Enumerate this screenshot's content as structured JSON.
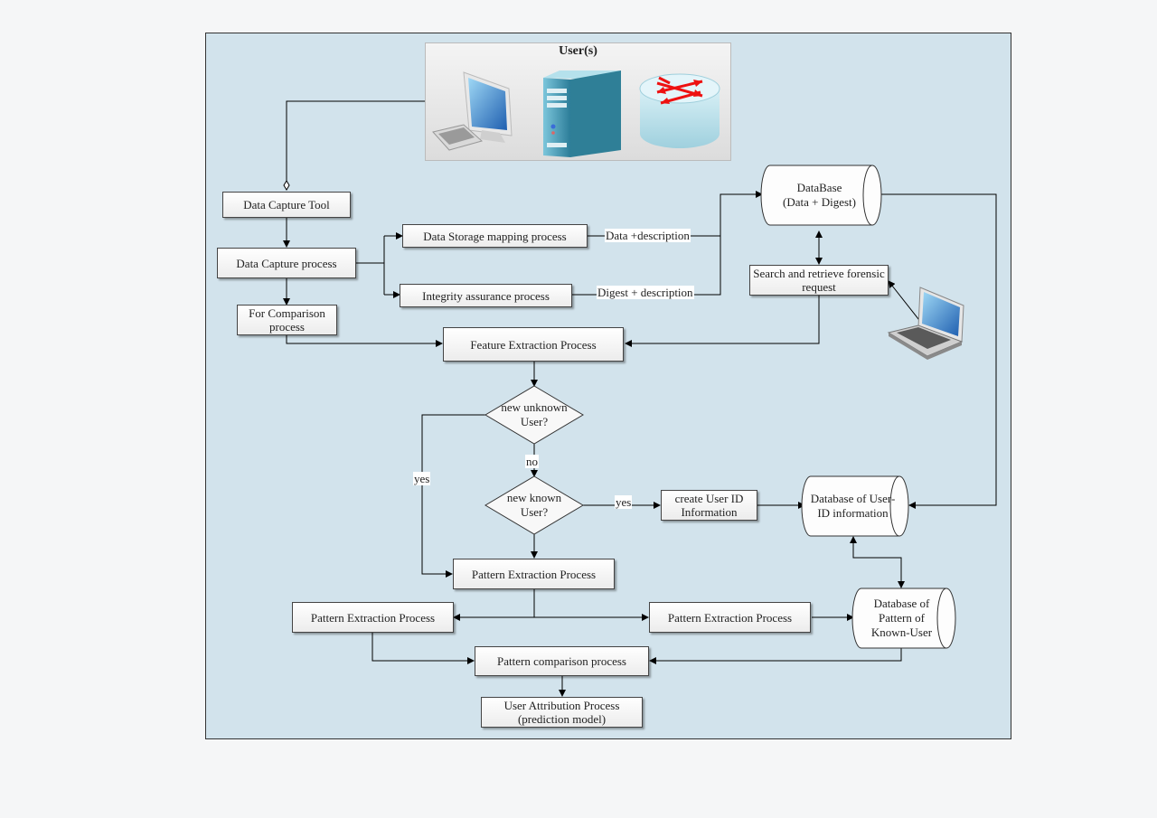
{
  "users": {
    "title": "User(s)",
    "icons": [
      "desktop-computer-icon",
      "server-tower-icon",
      "router-icon"
    ]
  },
  "boxes": {
    "data_capture_tool": "Data Capture Tool",
    "data_capture_process": "Data Capture process",
    "data_storage_mapping": "Data Storage mapping process",
    "integrity_assurance": "Integrity assurance process",
    "for_comparison": "For Comparison process",
    "feature_extraction": "Feature Extraction Process",
    "search_retrieve": "Search and retrieve forensic request",
    "create_user_id": "create User ID Information",
    "pattern_extraction_main": "Pattern Extraction Process",
    "pattern_extraction_left": "Pattern Extraction Process",
    "pattern_extraction_right": "Pattern Extraction Process",
    "pattern_comparison": "Pattern comparison process",
    "user_attribution_line1": "User Attribution Process",
    "user_attribution_line2": "(prediction model)"
  },
  "databases": {
    "main_db_line1": "DataBase",
    "main_db_line2": "(Data + Digest)",
    "user_id_db": "Database of User-ID information",
    "known_user_db": "Database of Pattern of Known-User"
  },
  "decisions": {
    "new_unknown": "new unknown User?",
    "new_known": "new known User?"
  },
  "edge_labels": {
    "data_description": "Data +description",
    "digest_description": "Digest + description",
    "no": "no",
    "yes_left": "yes",
    "yes_right": "yes"
  },
  "colors": {
    "panel_background": "#d2e3ec",
    "box_fill": "#ffffff",
    "line": "#000000"
  },
  "extra_icons": [
    "laptop-icon"
  ]
}
